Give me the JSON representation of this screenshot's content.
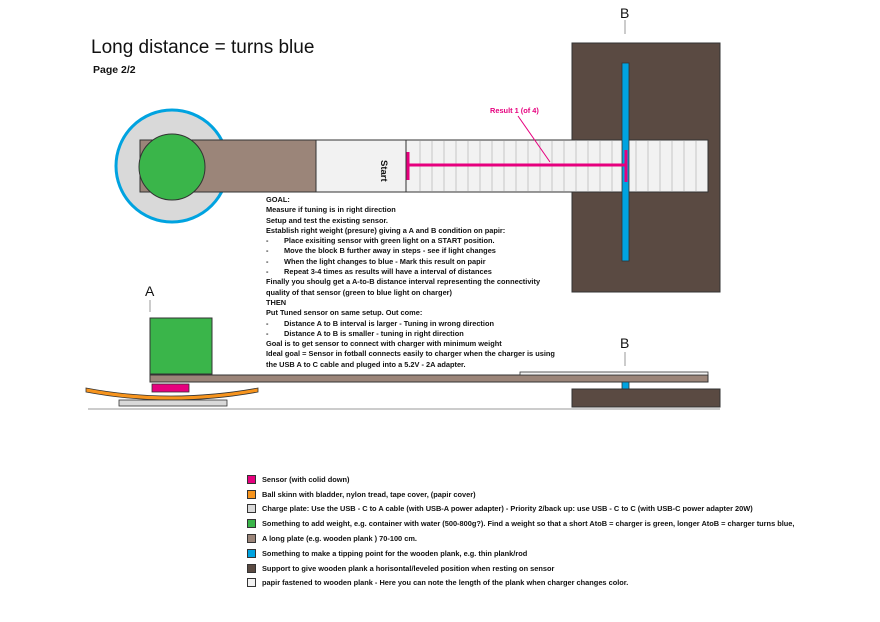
{
  "title": "Long distance = turns blue",
  "page_label": "Page 2/2",
  "labels": {
    "a": "A",
    "b_top": "B",
    "b_side": "B"
  },
  "result_label": "Result 1 (of 4)",
  "start_label": "Start",
  "goal": [
    {
      "text": "GOAL:",
      "indent": false
    },
    {
      "text": "Measure if tuning is in right direction",
      "indent": false
    },
    {
      "text": "Setup and test the existing sensor.",
      "indent": false
    },
    {
      "text": "Establish right weight (presure) giving a A and B condition on papir:",
      "indent": false
    },
    {
      "text": "Place exisiting sensor with green light on a START position.",
      "indent": true
    },
    {
      "text": "Move the block B further away in steps - see if light changes",
      "indent": true
    },
    {
      "text": "When the light changes to blue - Mark this result on papir",
      "indent": true
    },
    {
      "text": "Repeat 3-4 times as results will have a interval of distances",
      "indent": true
    },
    {
      "text": "Finally you shoulg get a A-to-B distance interval representing the connectivity",
      "indent": false
    },
    {
      "text": "quality of that sensor (green to blue light on charger)",
      "indent": false
    },
    {
      "text": "THEN",
      "indent": false
    },
    {
      "text": "Put Tuned sensor on same setup. Out come:",
      "indent": false
    },
    {
      "text": "Distance A to B interval is larger - Tuning in wrong direction",
      "indent": true
    },
    {
      "text": "Distance A to B is smaller - tuning in right direction",
      "indent": true
    },
    {
      "text": "Goal is to get sensor to connect with charger with minimum weight",
      "indent": false
    },
    {
      "text": "Ideal goal = Sensor in fotball connects  easily to charger when the charger is using",
      "indent": false
    },
    {
      "text": " the USB A to C cable and pluged into a 5.2V - 2A adapter.",
      "indent": false
    }
  ],
  "legend": [
    {
      "color": "#e6007e",
      "text": "Sensor (with colid down)"
    },
    {
      "color": "#f7941d",
      "text": "Ball skinn with bladder, nylon tread, tape cover, (papir cover)"
    },
    {
      "color": "#d9d9d9",
      "text": "Charge plate: Use the USB - C to A cable (with USB-A power adapter) - Priority 2/back up: use USB - C to C (with USB-C power adapter 20W)"
    },
    {
      "color": "#3ab54a",
      "text": "Something to add weight, e.g. container with water (500-800g?).  Find a weight so that a short AtoB = charger is green,  longer AtoB = charger turns blue,"
    },
    {
      "color": "#9b8579",
      "text": "A long plate (e.g. wooden plank ) 70-100 cm."
    },
    {
      "color": "#00a3e0",
      "text": "Something to make a tipping point for the wooden plank, e.g. thin plank/rod"
    },
    {
      "color": "#5a4a42",
      "text": "Support to give wooden plank a horisontal/leveled position when resting on sensor"
    },
    {
      "color": "#f2f2f2",
      "text": "papir fastened to wooden plank - Here you can note the length of the plank when charger changes color."
    }
  ]
}
